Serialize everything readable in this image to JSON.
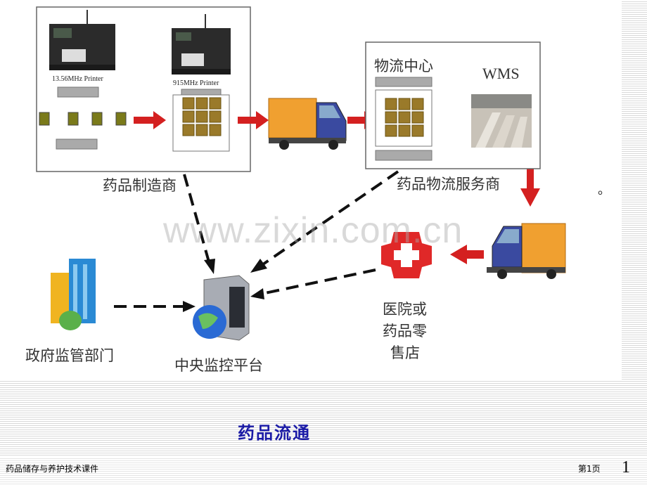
{
  "diagram": {
    "printer_left_label": "13.56MHz Printer",
    "printer_right_label": "915MHz  Printer",
    "manufacturer_label": "药品制造商",
    "logistics_center_label": "物流中心",
    "wms_label": "WMS",
    "logistics_provider_label": "药品物流服务商",
    "hospital_label_line1": "医院或",
    "hospital_label_line2": "药品零",
    "hospital_label_line3": "售店",
    "government_label": "政府监管部门",
    "platform_label": "中央监控平台",
    "watermark": "www.zixin.com.cn",
    "stray_mark": "。"
  },
  "slide": {
    "title": "药品流通",
    "footer_left": "药品储存与养护技术课件",
    "footer_page": "第1页",
    "page_number": "1"
  },
  "colors": {
    "arrow_red": "#d42020",
    "title_blue": "#1a1aa6",
    "truck_orange": "#f0a030",
    "chip_gold": "#9a7a2a"
  }
}
